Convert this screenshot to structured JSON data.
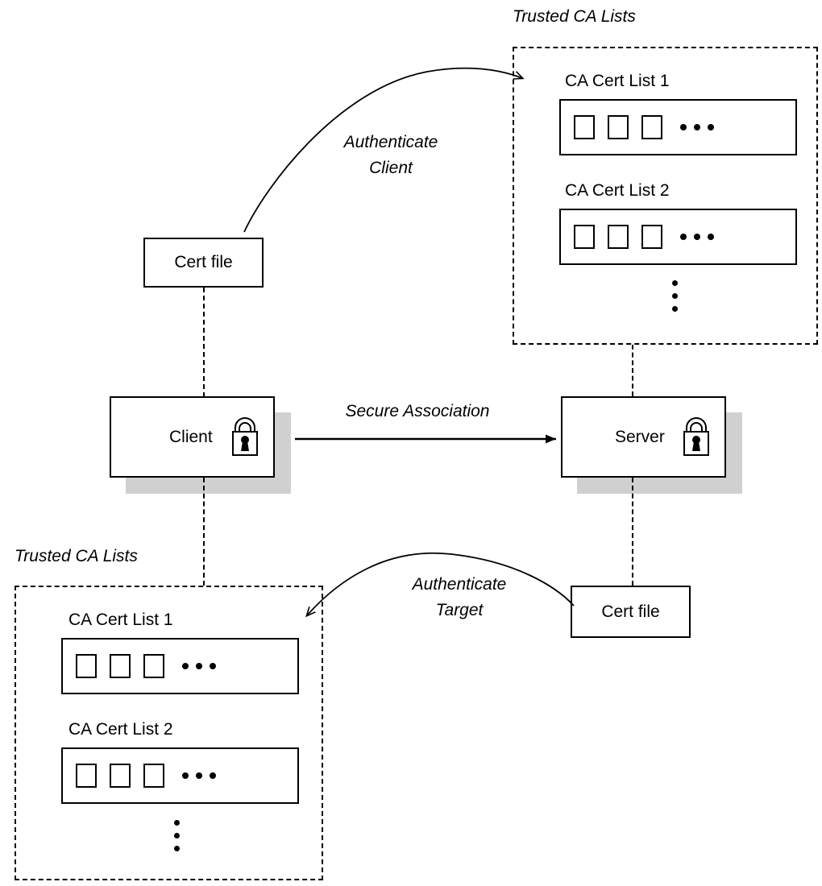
{
  "diagram": {
    "title_top_right": "Trusted CA Lists",
    "title_bottom_left": "Trusted CA Lists",
    "nodes": {
      "client": {
        "label": "Client",
        "icon": "padlock-icon"
      },
      "server": {
        "label": "Server",
        "icon": "padlock-icon"
      },
      "client_cert_file": {
        "label": "Cert file"
      },
      "server_cert_file": {
        "label": "Cert file"
      }
    },
    "arrows": {
      "authenticate_client": {
        "line1": "Authenticate",
        "line2": "Client"
      },
      "secure_association": {
        "label": "Secure Association"
      },
      "authenticate_target": {
        "line1": "Authenticate",
        "line2": "Target"
      }
    },
    "server_ca_store": {
      "lists": [
        {
          "title": "CA Cert List 1",
          "cert_count": 3,
          "ellipsis": "..."
        },
        {
          "title": "CA Cert List 2",
          "cert_count": 3,
          "ellipsis": "..."
        }
      ],
      "more_indicator": "vertical-ellipsis"
    },
    "client_ca_store": {
      "lists": [
        {
          "title": "CA Cert List 1",
          "cert_count": 3,
          "ellipsis": "..."
        },
        {
          "title": "CA Cert List 2",
          "cert_count": 3,
          "ellipsis": "..."
        }
      ],
      "more_indicator": "vertical-ellipsis"
    },
    "colors": {
      "stroke": "#000000",
      "background": "#ffffff",
      "shadow": "#d0d0d0"
    }
  }
}
